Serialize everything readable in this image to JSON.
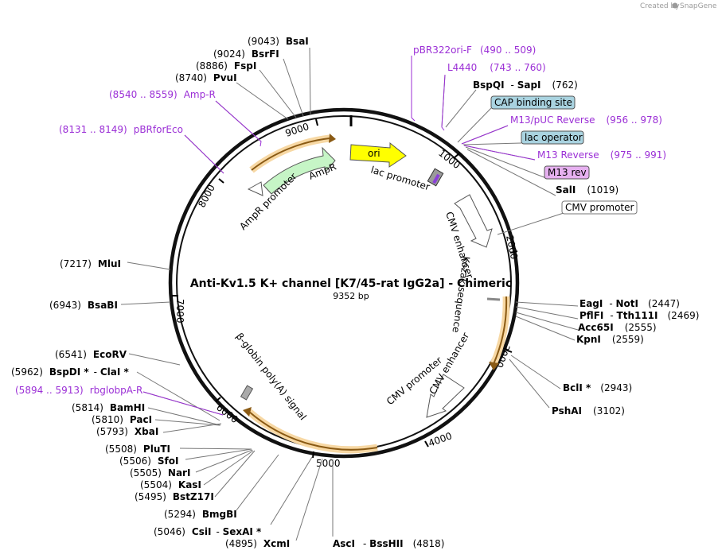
{
  "credit": {
    "prefix": "Created by",
    "brand": "SnapGene"
  },
  "plasmid": {
    "name": "Anti-Kv1.5 K+ channel [K7/45-rat IgG2a] - Chimeric",
    "length_label": "9352 bp"
  },
  "ticks": [
    "1000",
    "2000",
    "3000",
    "4000",
    "5000",
    "6000",
    "7000",
    "8000",
    "9000"
  ],
  "features": {
    "ori": "ori",
    "lac_promoter": "lac promoter",
    "cmv_enhancer_top": "CMV enhancer",
    "kozak": "Kozak sequence",
    "cmv_enhancer_bottom": "CMV enhancer",
    "cmv_promoter_bottom": "CMV promoter",
    "bglobin": "β-globin poly(A) signal",
    "ampr_promoter": "AmpR promoter",
    "ampr": "AmpR"
  },
  "labels": [
    {
      "id": "bsai",
      "num": "(9043)",
      "name": "BsaI"
    },
    {
      "id": "bsrfi",
      "num": "(9024)",
      "name": "BsrFI"
    },
    {
      "id": "fspi",
      "num": "(8886)",
      "name": "FspI"
    },
    {
      "id": "pvui",
      "num": "(8740)",
      "name": "PvuI"
    },
    {
      "id": "ampr-primer",
      "name": "Amp-R",
      "range": "(8540 .. 8559)",
      "kind": "primer"
    },
    {
      "id": "pbrforeco",
      "name": "pBRforEco",
      "range": "(8131 .. 8149)",
      "kind": "primer"
    },
    {
      "id": "pbr322ori",
      "name": "pBR322ori-F",
      "range": "(490 .. 509)",
      "kind": "primer"
    },
    {
      "id": "l4440",
      "name": "L4440",
      "range": "(743 .. 760)",
      "kind": "primer"
    },
    {
      "id": "bspqi",
      "name": "BspQI",
      "name2": "SapI",
      "num": "(762)"
    },
    {
      "id": "cap",
      "name": "CAP binding site",
      "kind": "box"
    },
    {
      "id": "m13puc",
      "name": "M13/pUC Reverse",
      "range": "(956 .. 978)",
      "kind": "primer"
    },
    {
      "id": "lacop",
      "name": "lac operator",
      "kind": "box"
    },
    {
      "id": "m13rev-primer",
      "name": "M13 Reverse",
      "range": "(975 .. 991)",
      "kind": "primer"
    },
    {
      "id": "m13rev",
      "name": "M13 rev",
      "kind": "box"
    },
    {
      "id": "sali",
      "name": "SalI",
      "num": "(1019)"
    },
    {
      "id": "cmvprom",
      "name": "CMV promoter",
      "kind": "box"
    },
    {
      "id": "eagi",
      "name": "EagI",
      "name2": "NotI",
      "num": "(2447)"
    },
    {
      "id": "pflfi",
      "name": "PflFI",
      "name2": "Tth111I",
      "num": "(2469)"
    },
    {
      "id": "acc65i",
      "name": "Acc65I",
      "num": "(2555)"
    },
    {
      "id": "kpni",
      "name": "KpnI",
      "num": "(2559)"
    },
    {
      "id": "bcli",
      "name": "BclI *",
      "num": "(2943)"
    },
    {
      "id": "pshai",
      "name": "PshAI",
      "num": "(3102)"
    },
    {
      "id": "ascI",
      "name": "AscI",
      "name2": "BssHII",
      "num": "(4818)"
    },
    {
      "id": "xcmi",
      "num": "(4895)",
      "name": "XcmI"
    },
    {
      "id": "csii",
      "num": "(5046)",
      "name": "CsiI",
      "name2": "SexAI *"
    },
    {
      "id": "bmgbi",
      "num": "(5294)",
      "name": "BmgBI"
    },
    {
      "id": "bstz17i",
      "num": "(5495)",
      "name": "BstZ17I"
    },
    {
      "id": "kasi",
      "num": "(5504)",
      "name": "KasI"
    },
    {
      "id": "nari",
      "num": "(5505)",
      "name": "NarI"
    },
    {
      "id": "sfoi",
      "num": "(5506)",
      "name": "SfoI"
    },
    {
      "id": "pluti",
      "num": "(5508)",
      "name": "PluTI"
    },
    {
      "id": "xbai",
      "num": "(5793)",
      "name": "XbaI"
    },
    {
      "id": "paci",
      "num": "(5810)",
      "name": "PacI"
    },
    {
      "id": "bamhi",
      "num": "(5814)",
      "name": "BamHI"
    },
    {
      "id": "rbglobpa",
      "name": "rbglobpA-R",
      "range": "(5894 .. 5913)",
      "kind": "primer"
    },
    {
      "id": "bspdi",
      "num": "(5962)",
      "name": "BspDI *",
      "name2": "ClaI *"
    },
    {
      "id": "ecorv",
      "num": "(6541)",
      "name": "EcoRV"
    },
    {
      "id": "bsabi",
      "num": "(6943)",
      "name": "BsaBI"
    },
    {
      "id": "mlui",
      "num": "(7217)",
      "name": "MluI"
    }
  ],
  "colors": {
    "primer": "#9b2fd6",
    "ori": "#ffff00",
    "ampr": "#c6f5c6",
    "orf": "#f3b04a",
    "box": "#a9d3e0",
    "m13rev": "#e6b0f0"
  }
}
